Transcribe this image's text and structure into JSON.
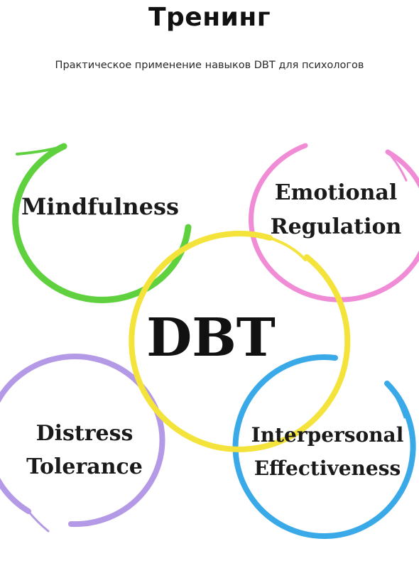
{
  "header": {
    "title": "Тренинг",
    "subtitle": "Практическое применение навыков DBT для психологов"
  },
  "diagram": {
    "center": {
      "label": "DBT",
      "color": "#f3e33a"
    },
    "skills": [
      {
        "id": "mindfulness",
        "lines": [
          "Mindfulness"
        ],
        "color": "#5fd13f"
      },
      {
        "id": "emotional-regulation",
        "lines": [
          "Emotional",
          "Regulation"
        ],
        "color": "#f08bd6"
      },
      {
        "id": "distress-tolerance",
        "lines": [
          "Distress",
          "Tolerance"
        ],
        "color": "#b49ae6"
      },
      {
        "id": "interpersonal-effectiveness",
        "lines": [
          "Interpersonal",
          "Effectiveness"
        ],
        "color": "#3aa9e8"
      }
    ]
  }
}
